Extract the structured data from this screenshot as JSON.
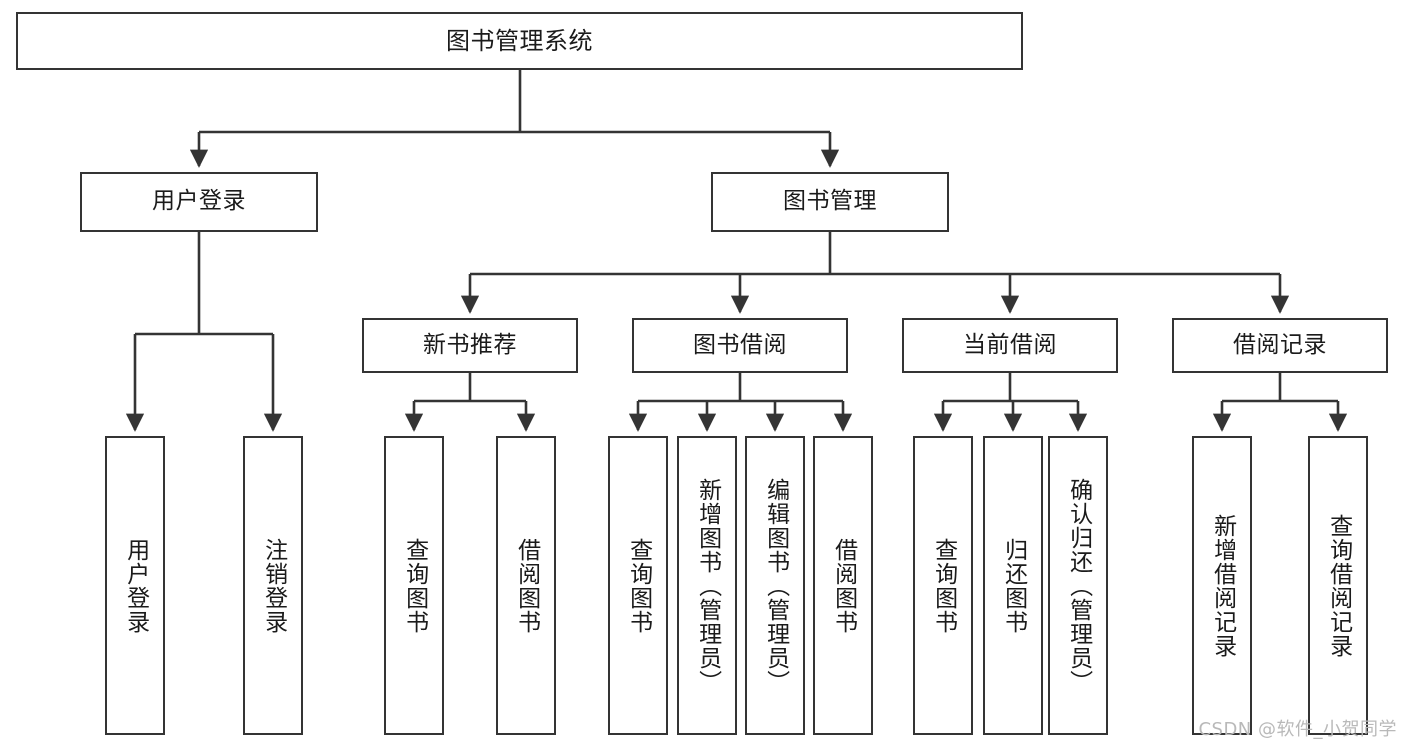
{
  "diagram": {
    "type": "tree-hierarchy",
    "title": "图书管理系统",
    "watermark": "CSDN @软件_小贺同学",
    "colors": {
      "stroke": "#343434",
      "fill": "#ffffff",
      "text": "#1b1b1b",
      "watermark": "#b9b9b9"
    },
    "nodes": {
      "root": {
        "label": "图书管理系统"
      },
      "level2": [
        {
          "id": "user-login",
          "label": "用户登录"
        },
        {
          "id": "book-manage",
          "label": "图书管理"
        }
      ],
      "level3": [
        {
          "id": "new-book-recommend",
          "label": "新书推荐"
        },
        {
          "id": "book-borrow",
          "label": "图书借阅"
        },
        {
          "id": "current-borrow",
          "label": "当前借阅"
        },
        {
          "id": "borrow-record",
          "label": "借阅记录"
        }
      ],
      "leaves": {
        "user-login": [
          {
            "id": "leaf-user-login",
            "label": "用户登录"
          },
          {
            "id": "leaf-logout",
            "label": "注销登录"
          }
        ],
        "new-book-recommend": [
          {
            "id": "leaf-query-book-1",
            "label": "查询图书"
          },
          {
            "id": "leaf-borrow-book-1",
            "label": "借阅图书"
          }
        ],
        "book-borrow": [
          {
            "id": "leaf-query-book-2",
            "label": "查询图书"
          },
          {
            "id": "leaf-add-book",
            "label": "新增图书（管理员）"
          },
          {
            "id": "leaf-edit-book",
            "label": "编辑图书（管理员）"
          },
          {
            "id": "leaf-borrow-book-2",
            "label": "借阅图书"
          }
        ],
        "current-borrow": [
          {
            "id": "leaf-query-book-3",
            "label": "查询图书"
          },
          {
            "id": "leaf-return-book",
            "label": "归还图书"
          },
          {
            "id": "leaf-confirm-return",
            "label": "确认归还（管理员）"
          }
        ],
        "borrow-record": [
          {
            "id": "leaf-add-record",
            "label": "新增借阅记录"
          },
          {
            "id": "leaf-query-record",
            "label": "查询借阅记录"
          }
        ]
      }
    }
  }
}
